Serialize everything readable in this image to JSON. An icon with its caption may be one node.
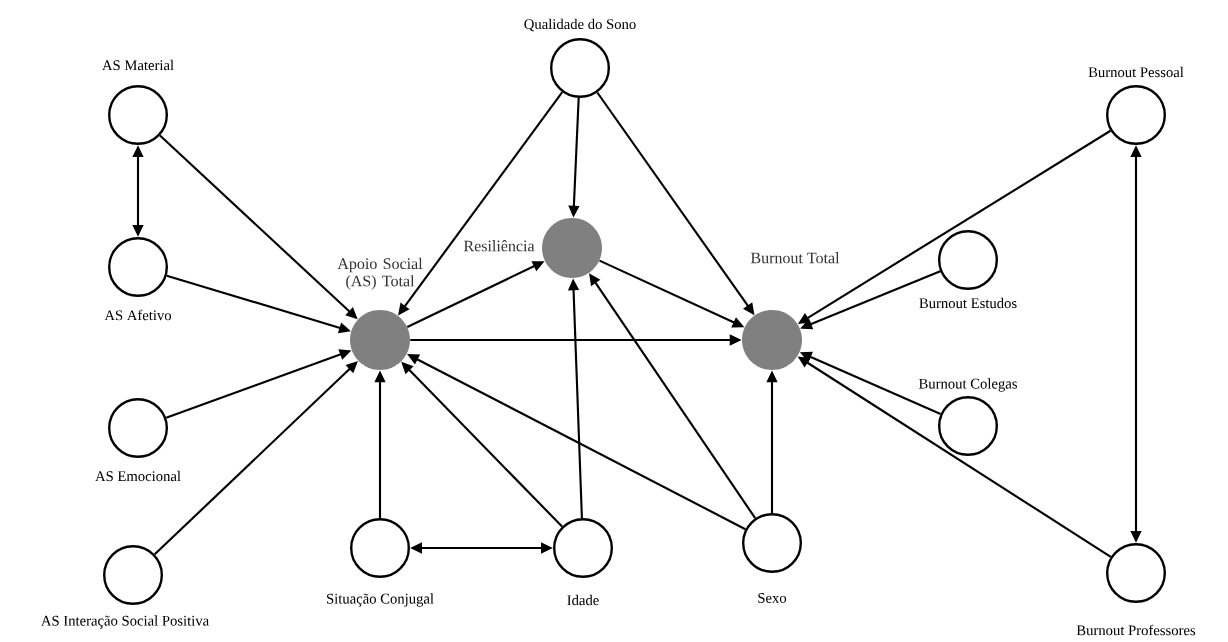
{
  "diagram": {
    "nodes": [
      {
        "text": [
          "AS Material"
        ]
      },
      {
        "text": [
          "AS Afetivo"
        ]
      },
      {
        "text": [
          "AS Emocional"
        ]
      },
      {
        "text": [
          "AS Interação Social Positiva"
        ]
      },
      {
        "text": [
          "Apoio Social (AS) Total"
        ]
      },
      {
        "text": [
          "Qualidade do Sono"
        ]
      },
      {
        "text": [
          "Resiliência"
        ]
      },
      {
        "text": [
          "Burnout Total"
        ]
      },
      {
        "text": [
          "Burnout Pessoal"
        ]
      },
      {
        "text": [
          "Burnout Estudos"
        ]
      },
      {
        "text": [
          "Burnout Colegas"
        ]
      },
      {
        "text": [
          "Burnout Professores"
        ]
      },
      {
        "text": [
          "Situação Conjugal"
        ]
      },
      {
        "text": [
          "Idade"
        ]
      },
      {
        "text": [
          "Sexo"
        ]
      }
    ],
    "edges": [
      {
        "from": 0,
        "to": 1,
        "arrow": "both"
      },
      {
        "from": 0,
        "to": 4,
        "arrow": "to"
      },
      {
        "from": 1,
        "to": 4,
        "arrow": "to"
      },
      {
        "from": 2,
        "to": 4,
        "arrow": "to"
      },
      {
        "from": 3,
        "to": 4,
        "arrow": "to"
      },
      {
        "from": 12,
        "to": 4,
        "arrow": "to"
      },
      {
        "from": 13,
        "to": 4,
        "arrow": "to"
      },
      {
        "from": 14,
        "to": 4,
        "arrow": "to"
      },
      {
        "from": 5,
        "to": 4,
        "arrow": "to"
      },
      {
        "from": 5,
        "to": 6,
        "arrow": "to"
      },
      {
        "from": 5,
        "to": 7,
        "arrow": "to"
      },
      {
        "from": 4,
        "to": 6,
        "arrow": "to"
      },
      {
        "from": 4,
        "to": 7,
        "arrow": "to"
      },
      {
        "from": 6,
        "to": 7,
        "arrow": "to"
      },
      {
        "from": 13,
        "to": 6,
        "arrow": "to"
      },
      {
        "from": 14,
        "to": 6,
        "arrow": "to"
      },
      {
        "from": 14,
        "to": 7,
        "arrow": "to"
      },
      {
        "from": 8,
        "to": 7,
        "arrow": "to"
      },
      {
        "from": 9,
        "to": 7,
        "arrow": "to"
      },
      {
        "from": 10,
        "to": 7,
        "arrow": "to"
      },
      {
        "from": 11,
        "to": 7,
        "arrow": "to"
      },
      {
        "from": 8,
        "to": 11,
        "arrow": "both"
      },
      {
        "from": 12,
        "to": 13,
        "arrow": "both"
      }
    ]
  }
}
